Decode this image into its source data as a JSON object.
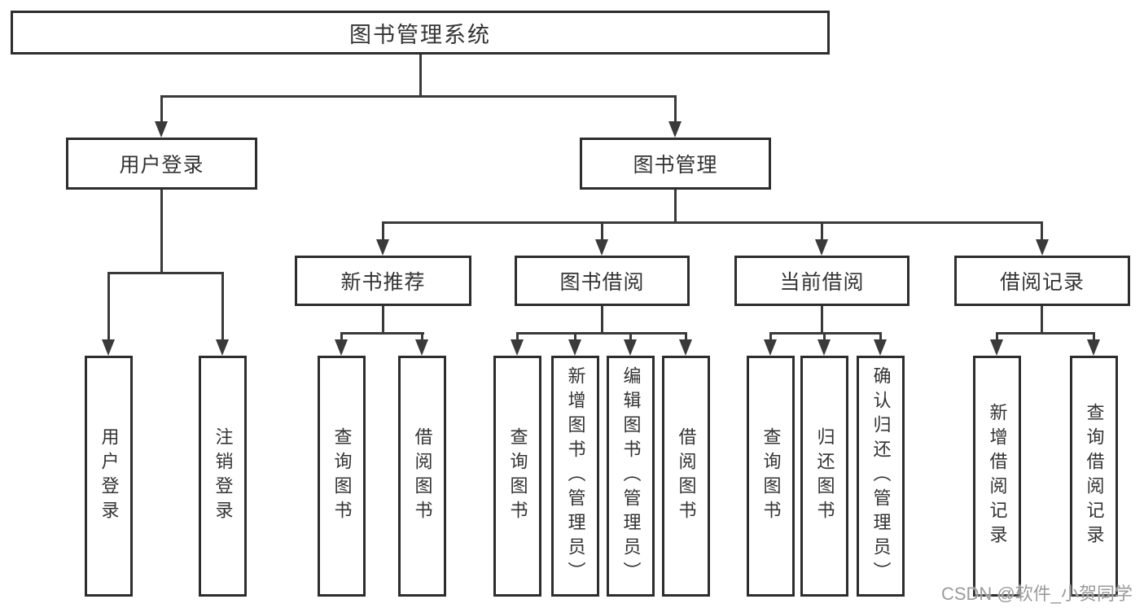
{
  "tree": {
    "root": "图书管理系统",
    "branches": [
      {
        "label": "用户登录",
        "children": [
          {
            "label": "用户登录"
          },
          {
            "label": "注销登录"
          }
        ]
      },
      {
        "label": "图书管理",
        "children": [
          {
            "label": "新书推荐",
            "children": [
              {
                "label": "查询图书"
              },
              {
                "label": "借阅图书"
              }
            ]
          },
          {
            "label": "图书借阅",
            "children": [
              {
                "label": "查询图书"
              },
              {
                "label": "新增图书（管理员）"
              },
              {
                "label": "编辑图书（管理员）"
              },
              {
                "label": "借阅图书"
              }
            ]
          },
          {
            "label": "当前借阅",
            "children": [
              {
                "label": "查询图书"
              },
              {
                "label": "归还图书"
              },
              {
                "label": "确认归还（管理员）"
              }
            ]
          },
          {
            "label": "借阅记录",
            "children": [
              {
                "label": "新增借阅记录"
              },
              {
                "label": "查询借阅记录"
              }
            ]
          }
        ]
      }
    ]
  },
  "watermark": "CSDN @软件_小贺同学",
  "colors": {
    "line": "#3a3a3a",
    "box_border": "#2d2d2d",
    "box_fill": "#ffffff",
    "text": "#333333",
    "watermark": "#9b9b9b",
    "background": "#ffffff"
  }
}
